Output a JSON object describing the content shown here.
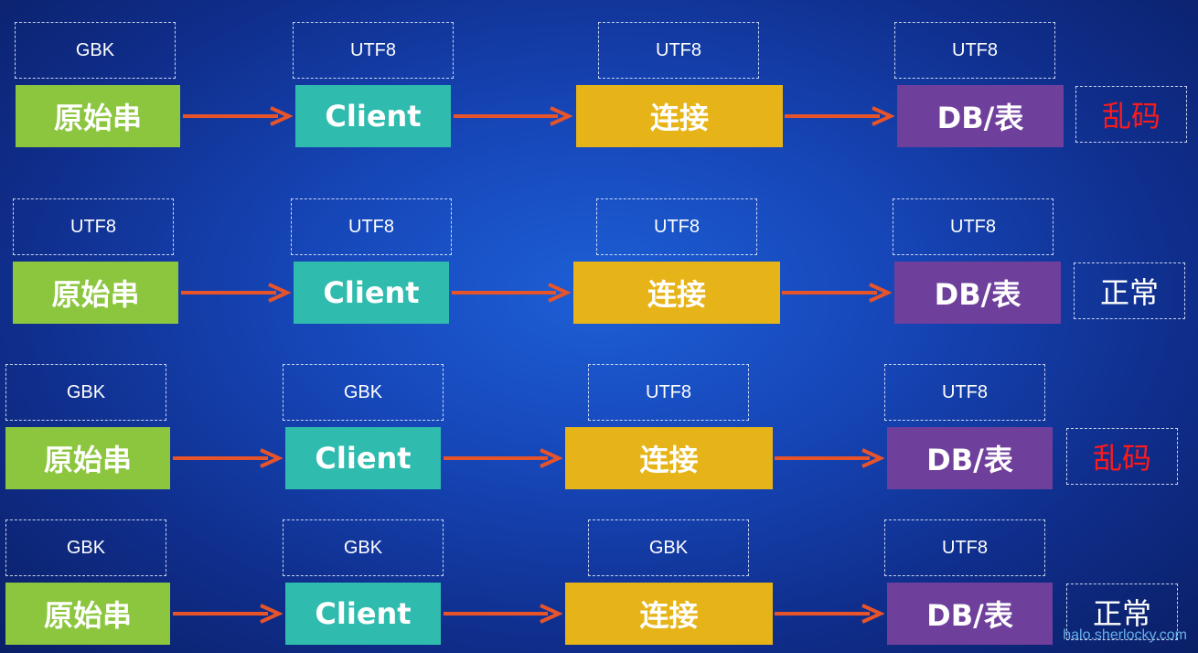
{
  "node_labels": [
    "原始串",
    "Client",
    "连接",
    "DB/表"
  ],
  "rows": [
    {
      "encodings": [
        "GBK",
        "UTF8",
        "UTF8",
        "UTF8"
      ],
      "result": "乱码",
      "result_status": "garbled"
    },
    {
      "encodings": [
        "UTF8",
        "UTF8",
        "UTF8",
        "UTF8"
      ],
      "result": "正常",
      "result_status": "normal"
    },
    {
      "encodings": [
        "GBK",
        "GBK",
        "UTF8",
        "UTF8"
      ],
      "result": "乱码",
      "result_status": "garbled"
    },
    {
      "encodings": [
        "GBK",
        "GBK",
        "GBK",
        "UTF8"
      ],
      "result": "正常",
      "result_status": "normal"
    }
  ],
  "watermark": "halo.sherlocky.com",
  "colors": {
    "source": "#8cc63f",
    "client": "#2fbbad",
    "connection": "#e6b418",
    "db": "#6f3f9c",
    "arrow": "#e8542a",
    "garbled_text": "#ff1a1a",
    "normal_text": "#ffffff"
  }
}
